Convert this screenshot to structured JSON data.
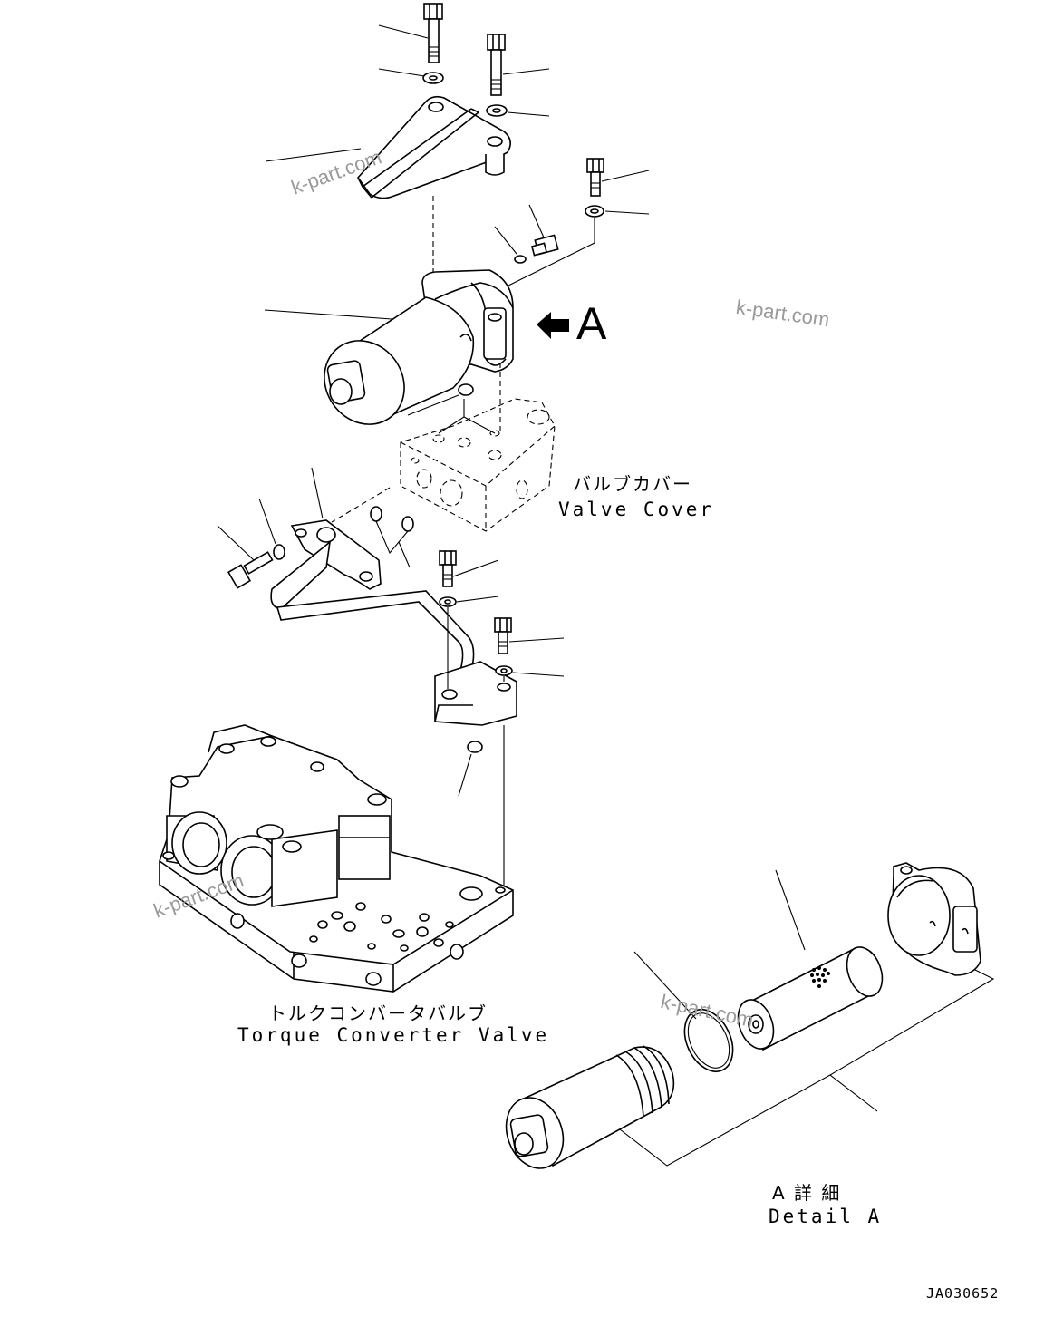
{
  "labels": {
    "valve_cover_ja": "バルブカバー",
    "valve_cover_en": "Valve Cover",
    "torque_converter_ja": "トルクコンバータバルブ",
    "torque_converter_en": "Torque Converter Valve",
    "detail_ja": "A 詳 細",
    "detail_en": "Detail A",
    "view_arrow": "A"
  },
  "watermark": "k-part.com",
  "drawing_code": "JA030652",
  "icons": [
    "view-arrow-icon",
    "filter-element-icon"
  ]
}
